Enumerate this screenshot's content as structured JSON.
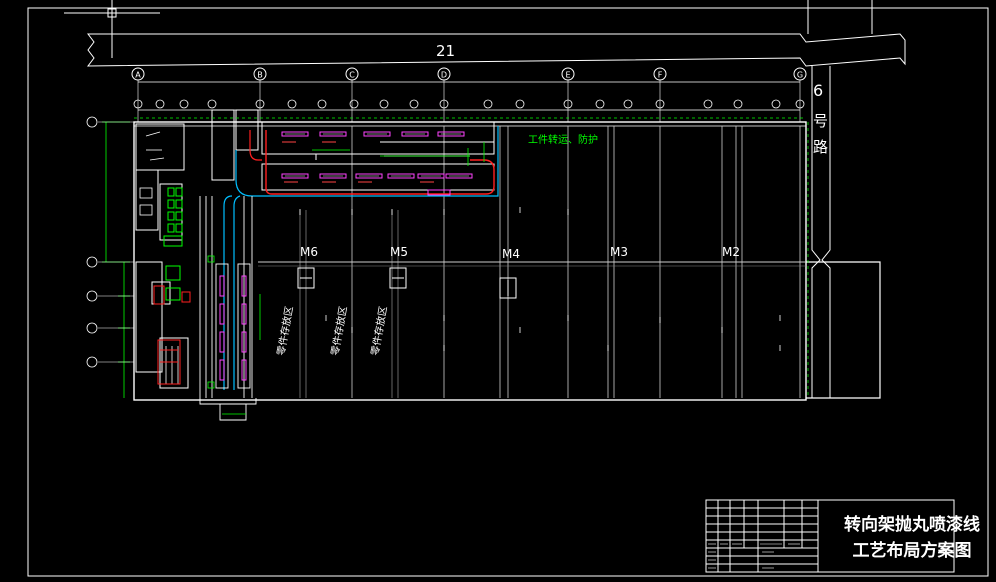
{
  "drawing": {
    "background": "#000000",
    "line_color": "#ffffff",
    "equipment_color": "#ff3366",
    "conveyor_color": "#ff2020",
    "duct_color": "#00bfff",
    "grid_color": "#aaaaaa",
    "dimension_color": "#00ff00",
    "magenta_color": "#ff44ff"
  },
  "street_label": "21",
  "road_label": "6号路",
  "column_axis_labels": [
    "A",
    "B",
    "C",
    "D",
    "E",
    "F",
    "G"
  ],
  "bay_labels": [
    "M6",
    "M5",
    "M4",
    "M3",
    "M2"
  ],
  "annotations": {
    "top_right_note": "工件转运、防护",
    "zone_label_1": "零件存放区",
    "zone_label_2": "零件存放区",
    "zone_label_3": "零件存放区"
  },
  "title_block": {
    "title_line1": "转向架抛丸喷漆线",
    "title_line2": "工艺布局方案图"
  }
}
